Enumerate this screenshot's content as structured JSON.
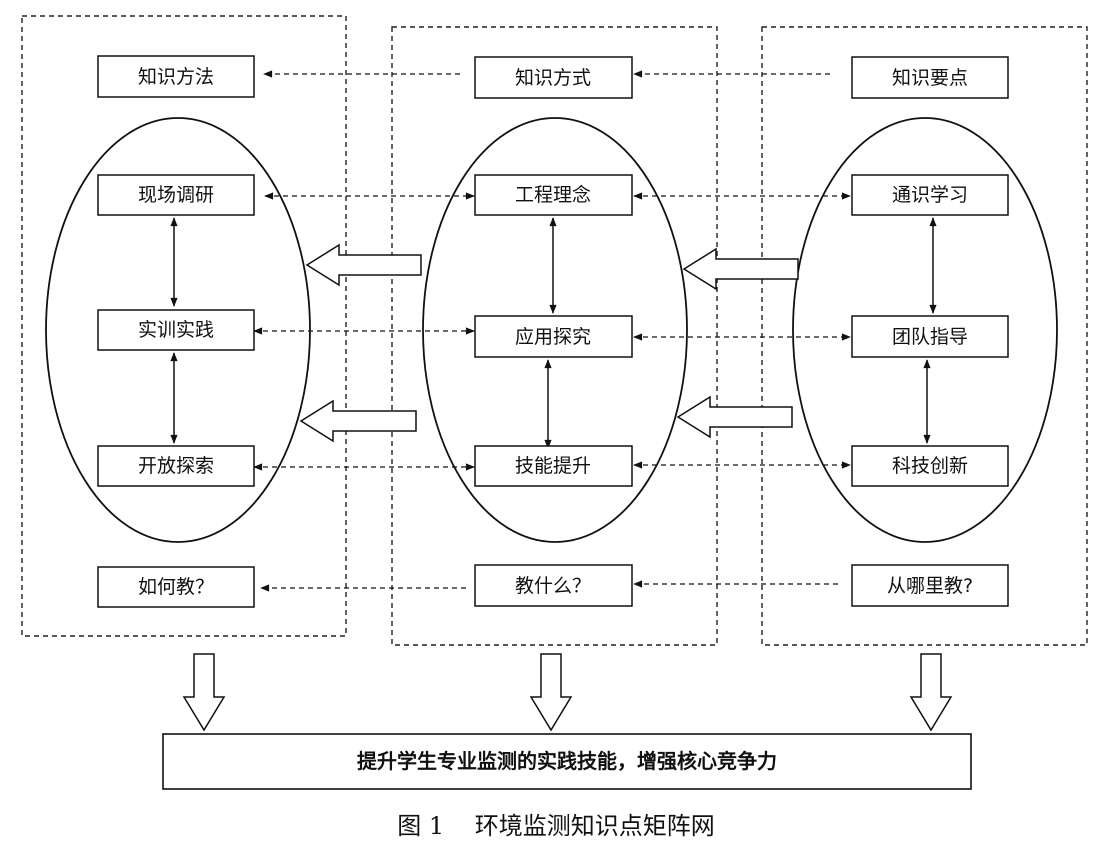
{
  "columns": [
    {
      "top": "知识方法",
      "items": [
        "现场调研",
        "实训实践",
        "开放探索"
      ],
      "bottom": "如何教？"
    },
    {
      "top": "知识方式",
      "items": [
        "工程理念",
        "应用探究",
        "技能提升"
      ],
      "bottom": "教什么？"
    },
    {
      "top": "知识要点",
      "items": [
        "通识学习",
        "团队指导",
        "科技创新"
      ],
      "bottom": "从哪里教?"
    }
  ],
  "outcome": "提升学生专业监测的实践技能，增强核心竞争力",
  "caption": "图 1    环境监测知识点矩阵网"
}
